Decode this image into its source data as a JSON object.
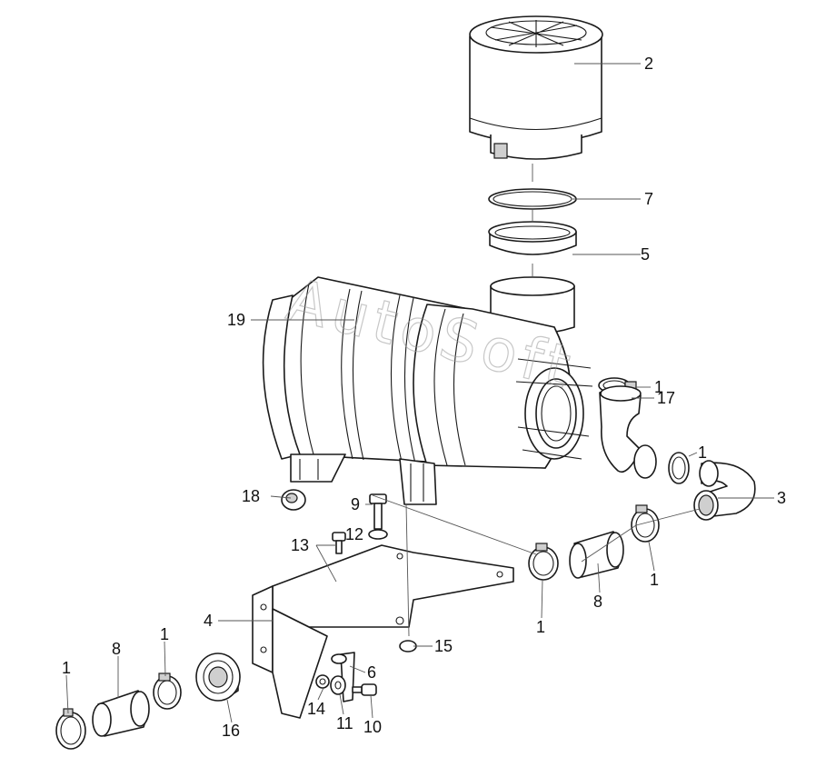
{
  "watermark": "AutoSoft",
  "callouts": [
    {
      "id": "c2",
      "label": "2"
    },
    {
      "id": "c7",
      "label": "7"
    },
    {
      "id": "c5",
      "label": "5"
    },
    {
      "id": "c19",
      "label": "19"
    },
    {
      "id": "c1a",
      "label": "1"
    },
    {
      "id": "c17",
      "label": "17"
    },
    {
      "id": "c1b",
      "label": "1"
    },
    {
      "id": "c3",
      "label": "3"
    },
    {
      "id": "c18",
      "label": "18"
    },
    {
      "id": "c9",
      "label": "9"
    },
    {
      "id": "c12",
      "label": "12"
    },
    {
      "id": "c13",
      "label": "13"
    },
    {
      "id": "c4",
      "label": "4"
    },
    {
      "id": "c15",
      "label": "15"
    },
    {
      "id": "c6",
      "label": "6"
    },
    {
      "id": "c14",
      "label": "14"
    },
    {
      "id": "c11",
      "label": "11"
    },
    {
      "id": "c10",
      "label": "10"
    },
    {
      "id": "c16",
      "label": "16"
    },
    {
      "id": "c8a",
      "label": "8"
    },
    {
      "id": "c1c",
      "label": "1"
    },
    {
      "id": "c1d",
      "label": "1"
    },
    {
      "id": "c8b",
      "label": "8"
    },
    {
      "id": "c1e",
      "label": "1"
    },
    {
      "id": "c1f",
      "label": "1"
    }
  ]
}
